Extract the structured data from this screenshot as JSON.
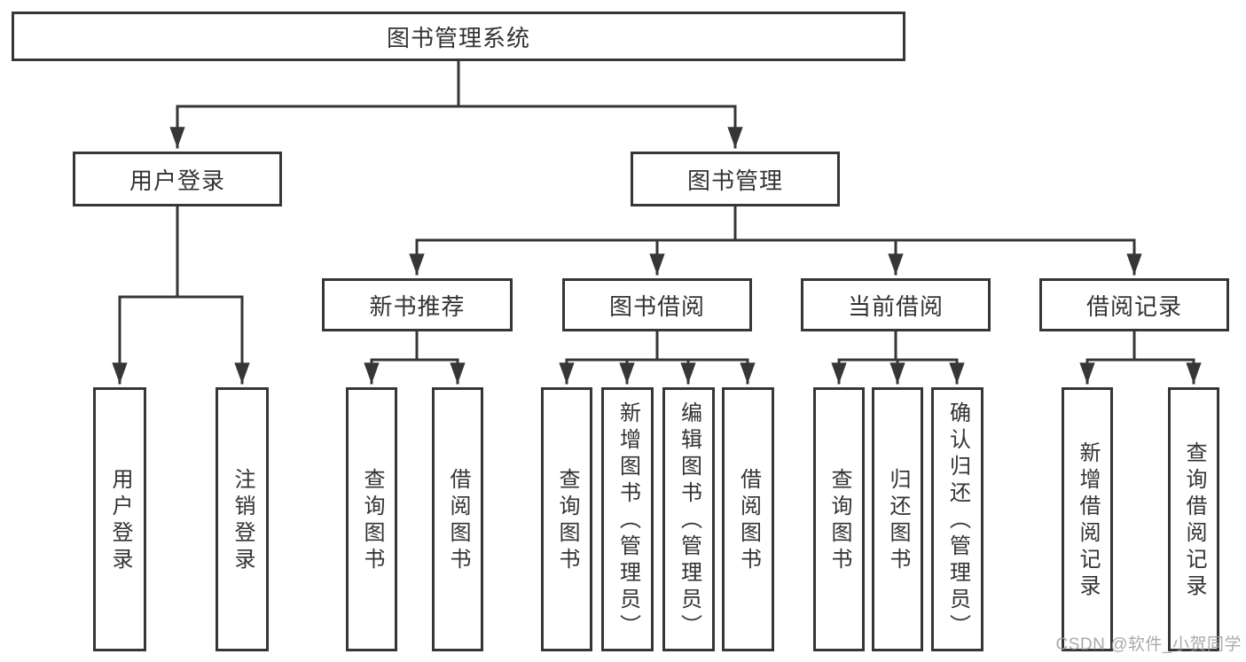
{
  "watermark": "CSDN @软件_小贺同学",
  "style": {
    "line_color": "#363636",
    "box_background": "#ffffff",
    "text_color": "#333333",
    "watermark_color": "#9e9e9e"
  },
  "tree": {
    "label": "图书管理系统",
    "children": [
      {
        "label": "用户登录",
        "children": [
          {
            "label": "用户登录"
          },
          {
            "label": "注销登录"
          }
        ]
      },
      {
        "label": "图书管理",
        "children": [
          {
            "label": "新书推荐",
            "children": [
              {
                "label": "查询图书"
              },
              {
                "label": "借阅图书"
              }
            ]
          },
          {
            "label": "图书借阅",
            "children": [
              {
                "label": "查询图书"
              },
              {
                "label": "新增图书（管理员）"
              },
              {
                "label": "编辑图书（管理员）"
              },
              {
                "label": "借阅图书"
              }
            ]
          },
          {
            "label": "当前借阅",
            "children": [
              {
                "label": "查询图书"
              },
              {
                "label": "归还图书"
              },
              {
                "label": "确认归还（管理员）"
              }
            ]
          },
          {
            "label": "借阅记录",
            "children": [
              {
                "label": "新增借阅记录"
              },
              {
                "label": "查询借阅记录"
              }
            ]
          }
        ]
      }
    ]
  }
}
